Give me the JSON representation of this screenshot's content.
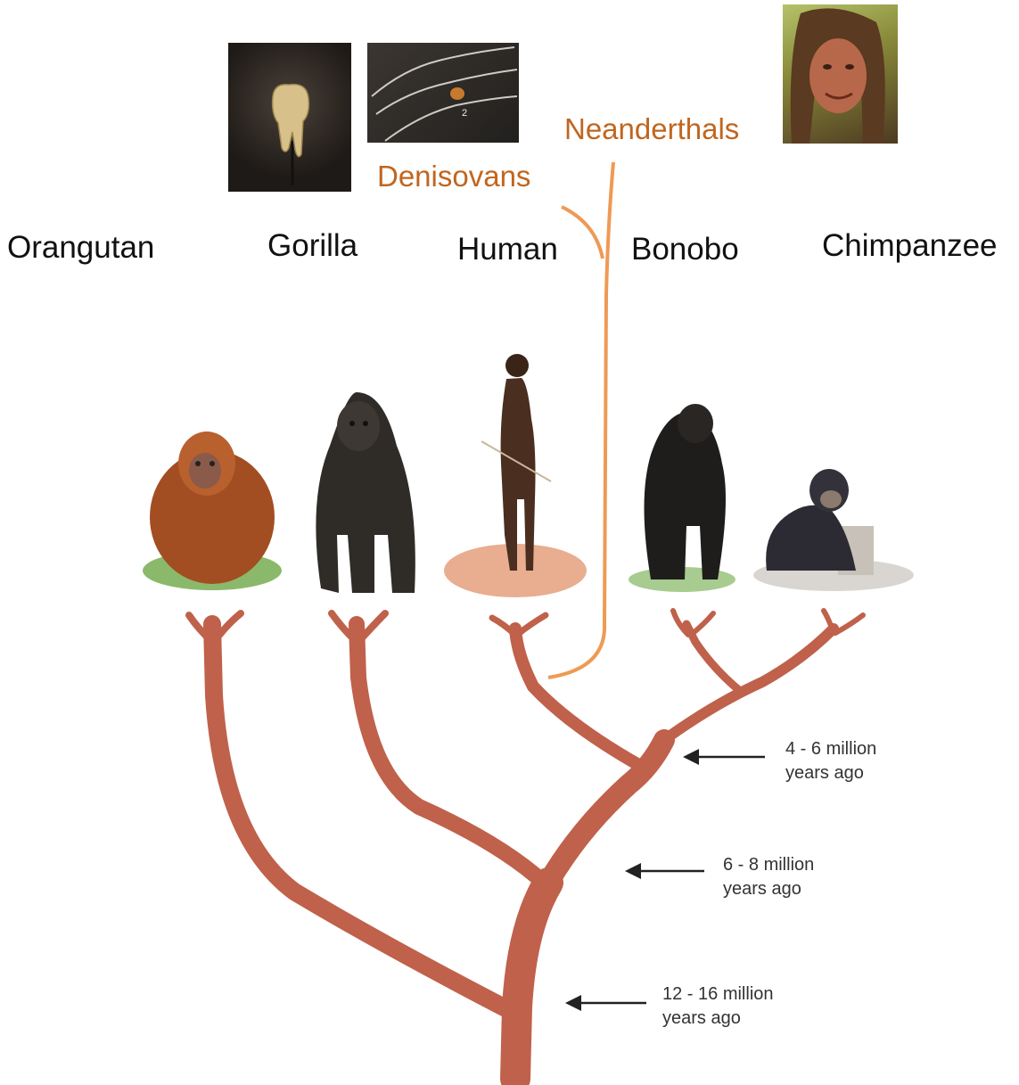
{
  "colors": {
    "tree": "#c0614b",
    "hominin_branch": "#ee9a55",
    "hominin_text": "#c0661f"
  },
  "species": [
    {
      "key": "orangutan",
      "label": "Orangutan"
    },
    {
      "key": "gorilla",
      "label": "Gorilla"
    },
    {
      "key": "human",
      "label": "Human"
    },
    {
      "key": "bonobo",
      "label": "Bonobo"
    },
    {
      "key": "chimpanzee",
      "label": "Chimpanzee"
    }
  ],
  "hominins": {
    "denisovans": "Denisovans",
    "neanderthals": "Neanderthals"
  },
  "divergences": [
    {
      "line1": "4 - 6 million",
      "line2": "years ago"
    },
    {
      "line1": "6 - 8 million",
      "line2": "years ago"
    },
    {
      "line1": "12 - 16 million",
      "line2": "years ago"
    }
  ]
}
